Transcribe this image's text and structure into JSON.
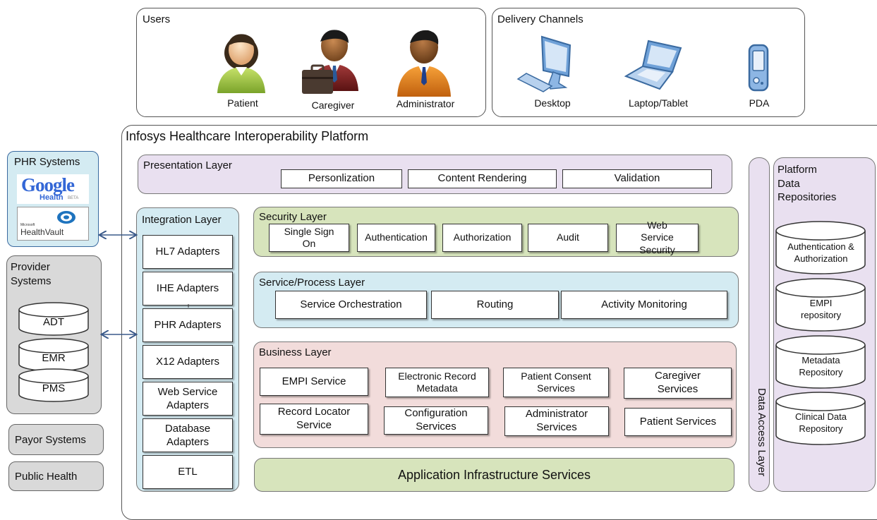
{
  "users": {
    "title": "Users",
    "items": [
      {
        "label": "Patient",
        "icon": "patient-icon"
      },
      {
        "label": "Caregiver",
        "icon": "caregiver-icon"
      },
      {
        "label": "Administrator",
        "icon": "administrator-icon"
      }
    ]
  },
  "delivery": {
    "title": "Delivery Channels",
    "items": [
      {
        "label": "Desktop",
        "icon": "desktop-icon"
      },
      {
        "label": "Laptop/Tablet",
        "icon": "laptop-icon"
      },
      {
        "label": "PDA",
        "icon": "pda-icon"
      }
    ]
  },
  "platform": {
    "title": "Infosys Healthcare Interoperability Platform",
    "presentation": {
      "title": "Presentation Layer",
      "items": [
        "Personlization",
        "Content Rendering",
        "Validation"
      ]
    },
    "integration": {
      "title": "Integration Layer",
      "items": [
        "HL7 Adapters",
        "IHE Adapters",
        "PHR Adapters",
        "X12 Adapters",
        "Web Service Adapters",
        "Database Adapters",
        "ETL"
      ]
    },
    "security": {
      "title": "Security Layer",
      "items": [
        "Single Sign On",
        "Authentication",
        "Authorization",
        "Audit",
        "Web Service Security"
      ]
    },
    "service": {
      "title": "Service/Process Layer",
      "items": [
        "Service Orchestration",
        "Routing",
        "Activity Monitoring"
      ]
    },
    "business": {
      "title": "Business Layer",
      "items": [
        "EMPI Service",
        "Electronic Record Metadata",
        "Patient Consent Services",
        "Caregiver Services",
        "Record Locator Service",
        "Configuration Services",
        "Administrator Services",
        "Patient Services"
      ]
    },
    "infrastructure": "Application Infrastructure Services",
    "data_access": "Data Access Layer",
    "repositories": {
      "title": "Platform Data Repositories",
      "items": [
        "Authentication & Authorization",
        "EMPI repository",
        "Metadata Repository",
        "Clinical Data Repository"
      ]
    }
  },
  "phr": {
    "title": "PHR Systems",
    "google": "Google",
    "google_health": "Health",
    "google_beta": "BETA",
    "healthvault": "HealthVault",
    "microsoft": "Microsoft"
  },
  "provider": {
    "title": "Provider Systems",
    "items": [
      "ADT",
      "EMR",
      "PMS"
    ]
  },
  "payor": "Payor Systems",
  "public_health": "Public Health",
  "colors": {
    "presentation": "#e9e0f0",
    "security": "#d7e4bc",
    "service": "#d4ebf2",
    "business": "#f2dcdb",
    "infrastructure": "#d7e4bc",
    "grey": "#d9d9d9"
  }
}
